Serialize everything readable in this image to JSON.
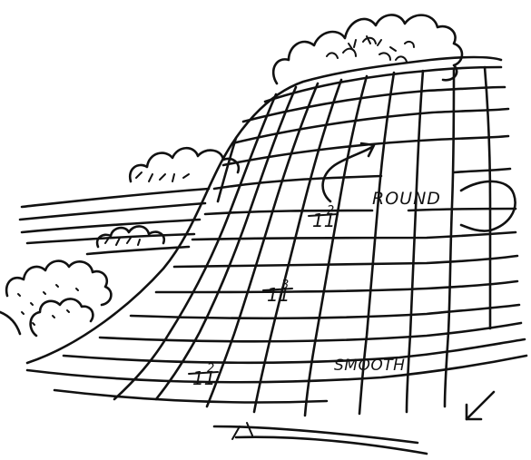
{
  "labels": {
    "round": "ROUND",
    "smooth": "SMOOTH",
    "ratio_upper": {
      "main": "11",
      "sup": "2"
    },
    "ratio_middle": {
      "main": "11",
      "sup": "3"
    },
    "ratio_lower": {
      "main": "11",
      "sup": "2"
    }
  },
  "colors": {
    "ink": "#111111",
    "paper": "#ffffff"
  },
  "icons": {
    "flow_arrow_top": "arrow-icon",
    "flow_arrow_bottom": "arrow-icon"
  }
}
